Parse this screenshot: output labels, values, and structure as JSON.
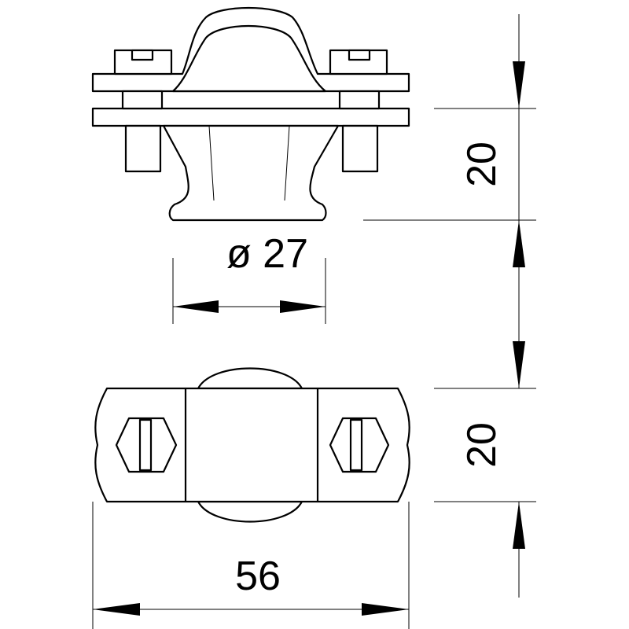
{
  "drawing": {
    "dimensions": {
      "diameter": "ø 27",
      "height_top_view": "20",
      "height_bottom_view": "20",
      "width": "56"
    }
  }
}
